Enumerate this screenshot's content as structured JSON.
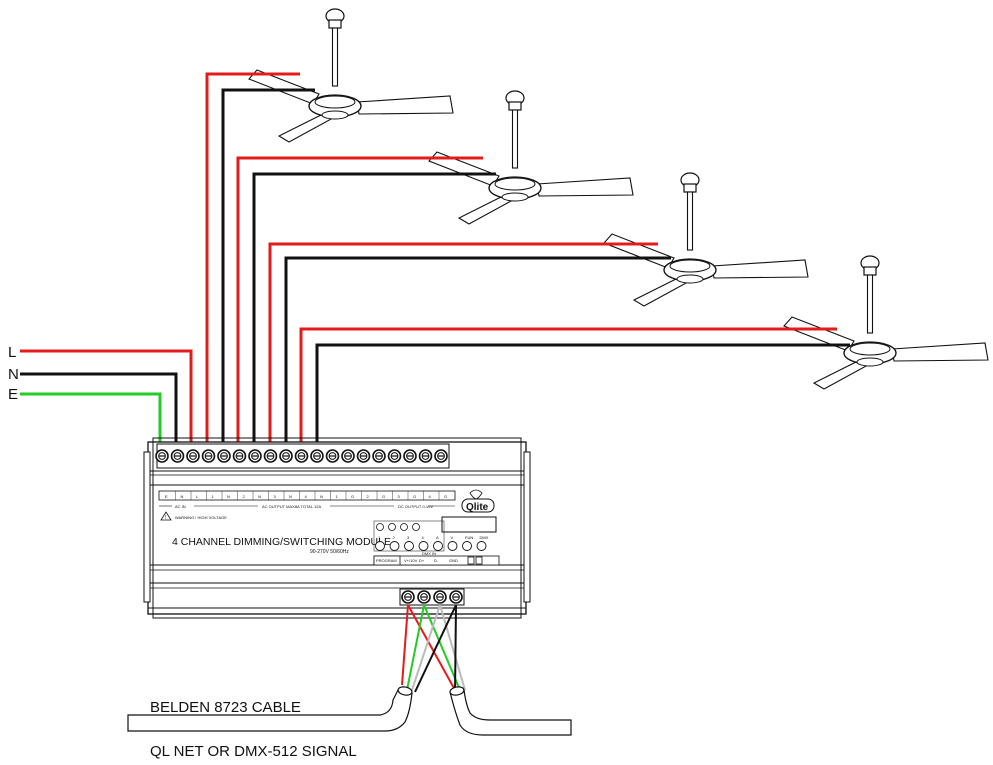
{
  "colors": {
    "live": "#e31b1b",
    "neutral": "#111111",
    "earth": "#22cc22",
    "data_white": "#bbbbbb"
  },
  "supply_labels": {
    "l": "L",
    "n": "N",
    "e": "E"
  },
  "module": {
    "title": "4 CHANNEL DIMMING/SWITCHING MODULE",
    "voltage": "90-270V 50/60Hz",
    "brand": "Qlite",
    "ac_in": "AC IN",
    "ac_output": "AC OUTPUT MAX8A TOTAL 12A",
    "dc_output": "DC OUTPUT 0-10V",
    "warning": "WARNING ! HIGH VOLTAGE",
    "program": "PROGRAM",
    "dmx_in": "DMX IN",
    "terminal_tags": [
      "E",
      "N",
      "L",
      "1",
      "N",
      "2",
      "N",
      "3",
      "N",
      "4",
      "N",
      "1",
      "G",
      "2",
      "G",
      "3",
      "G",
      "4",
      "G"
    ],
    "bottom_terminals": [
      "V+/10V",
      "D+",
      "D-",
      "GND"
    ],
    "button_labels": [
      "1",
      "2",
      "3",
      "4",
      "A",
      "V",
      "FUN",
      "DMX"
    ]
  },
  "cable": {
    "type": "BELDEN 8723 CABLE",
    "signal": "QL NET OR DMX-512 SIGNAL"
  },
  "icons": [
    "ceiling-fan-icon",
    "terminal-screw-icon",
    "warning-triangle-icon",
    "button-icon"
  ]
}
